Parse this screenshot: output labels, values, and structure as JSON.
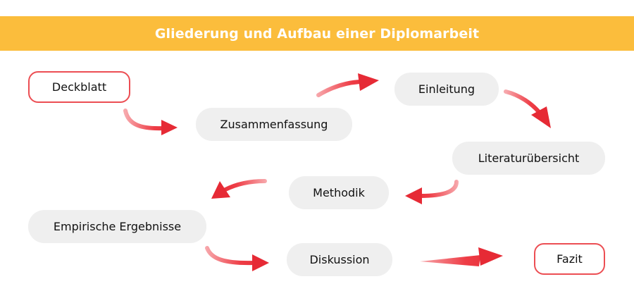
{
  "title": "Gliederung und Aufbau einer Diplomarbeit",
  "steps": [
    {
      "label": "Deckblatt"
    },
    {
      "label": "Zusammenfassung"
    },
    {
      "label": "Einleitung"
    },
    {
      "label": "Literaturübersicht"
    },
    {
      "label": "Methodik"
    },
    {
      "label": "Empirische Ergebnisse"
    },
    {
      "label": "Diskussion"
    },
    {
      "label": "Fazit"
    }
  ],
  "colors": {
    "banner": "#fbbd3c",
    "arrow": "#ee3d46",
    "arrow_light": "#f7a8ac",
    "box": "#efefef",
    "outline": "#ec4e53"
  }
}
